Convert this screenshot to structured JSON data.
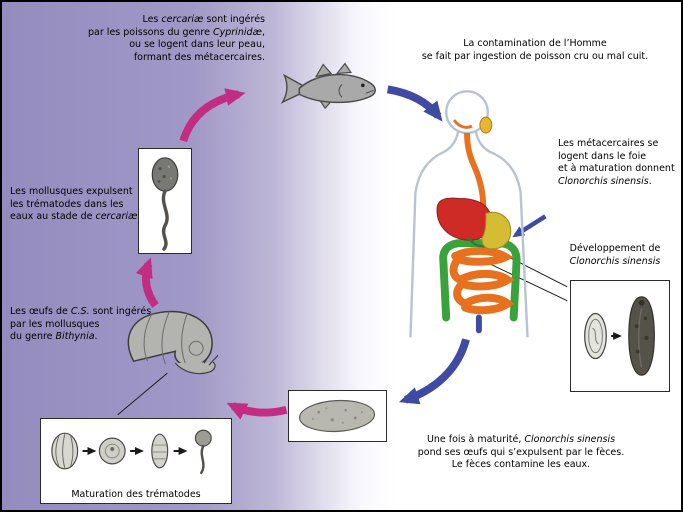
{
  "colors": {
    "magenta": "#c22c82",
    "blue": "#3f4ba3",
    "liverRed": "#ce2b27",
    "intestineOrange": "#e8711f",
    "colonGreen": "#3aa23a",
    "stomachYellow": "#d4bc34",
    "silhouetteBlue": "#b7c2d4",
    "purpleBackground": "#9b93c2"
  },
  "texts": {
    "cercariae_ingested": {
      "lines": [
        [
          {
            "t": "Les "
          },
          {
            "t": "cercariæ",
            "i": true
          },
          {
            "t": " sont ingérés"
          }
        ],
        [
          {
            "t": "par les poissons du genre "
          },
          {
            "t": "Cyprinidæ",
            "i": true
          },
          {
            "t": ","
          }
        ],
        [
          {
            "t": "ou se logent dans leur peau,"
          }
        ],
        [
          {
            "t": "formant des métacercaires."
          }
        ]
      ]
    },
    "human_contamination": {
      "lines": [
        [
          {
            "t": "La contamination de l’Homme"
          }
        ],
        [
          {
            "t": "se fait par ingestion de poisson cru ou mal cuit."
          }
        ]
      ]
    },
    "metacercariae_liver": {
      "lines": [
        [
          {
            "t": "Les métacercaires se"
          }
        ],
        [
          {
            "t": "logent dans le foie"
          }
        ],
        [
          {
            "t": "et à maturation donnent"
          }
        ],
        [
          {
            "t": "Clonorchis sinensis",
            "i": true
          },
          {
            "t": "."
          }
        ]
      ]
    },
    "development": {
      "lines": [
        [
          {
            "t": "Développement de"
          }
        ],
        [
          {
            "t": "Clonorchis sinensis",
            "i": true
          }
        ]
      ]
    },
    "molluscs_expel": {
      "lines": [
        [
          {
            "t": "Les mollusques expulsent"
          }
        ],
        [
          {
            "t": "les trématodes dans les"
          }
        ],
        [
          {
            "t": "eaux au stade de "
          },
          {
            "t": "cercariæ",
            "i": true
          },
          {
            "t": "."
          }
        ]
      ]
    },
    "eggs_ingested": {
      "lines": [
        [
          {
            "t": "Les œufs de "
          },
          {
            "t": "C.S.",
            "i": true
          },
          {
            "t": " sont ingérés"
          }
        ],
        [
          {
            "t": "par les mollusques"
          }
        ],
        [
          {
            "t": "du genre "
          },
          {
            "t": "Bithynia",
            "i": true
          },
          {
            "t": "."
          }
        ]
      ]
    },
    "maturity_eggs": {
      "lines": [
        [
          {
            "t": "Une fois à maturité, "
          },
          {
            "t": "Clonorchis sinensis",
            "i": true
          }
        ],
        [
          {
            "t": "pond ses œufs qui s’expulsent par le fèces."
          }
        ],
        [
          {
            "t": "Le fèces contamine les eaux."
          }
        ]
      ]
    },
    "maturation_caption": "Maturation des trématodes"
  }
}
